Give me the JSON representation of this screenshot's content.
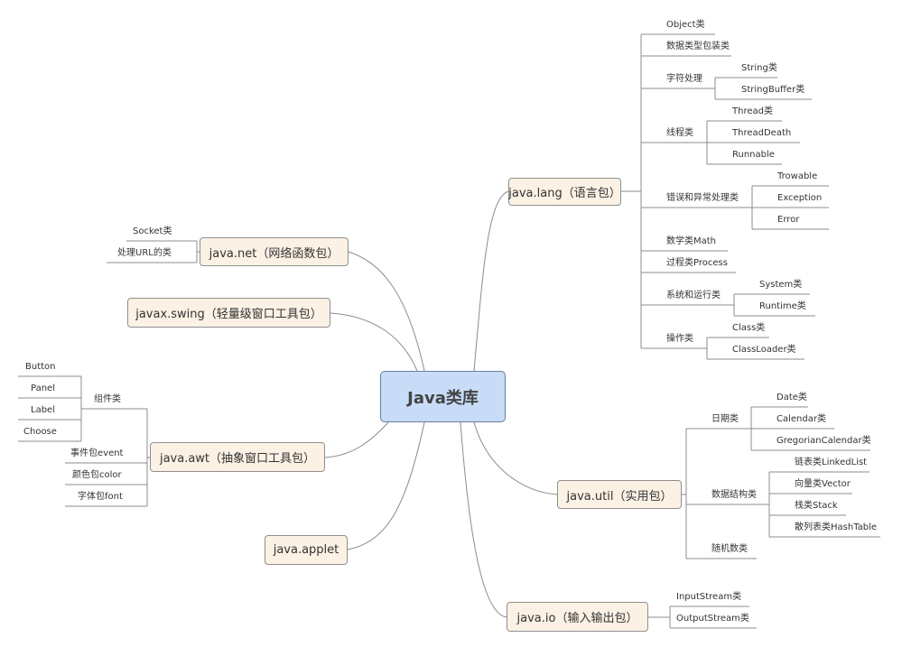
{
  "root": "Java类库",
  "lang": {
    "label": "java.lang（语言包）",
    "object": "Object类",
    "wrapper": "数据类型包装类",
    "string_proc": "字符处理",
    "string": "String类",
    "stringbuffer": "StringBuffer类",
    "thread_group": "线程类",
    "thread": "Thread类",
    "threaddeath": "ThreadDeath",
    "runnable": "Runnable",
    "error_group": "错误和异常处理类",
    "trowable": "Trowable",
    "exception": "Exception",
    "error": "Error",
    "math": "数学类Math",
    "process": "过程类Process",
    "system_group": "系统和运行类",
    "system": "System类",
    "runtime": "Runtime类",
    "op_group": "操作类",
    "class": "Class类",
    "classloader": "ClassLoader类"
  },
  "net": {
    "label": "java.net（网络函数包）",
    "socket": "Socket类",
    "url": "处理URL的类"
  },
  "swing": {
    "label": "javax.swing（轻量级窗口工具包）"
  },
  "awt": {
    "label": "java.awt（抽象窗口工具包）",
    "component_group": "组件类",
    "button": "Button",
    "panel": "Panel",
    "labelc": "Label",
    "choose": "Choose",
    "event": "事件包event",
    "color": "颜色包color",
    "font": "字体包font"
  },
  "applet": {
    "label": "java.applet"
  },
  "util": {
    "label": "java.util（实用包）",
    "date_group": "日期类",
    "date": "Date类",
    "calendar": "Calendar类",
    "gregorian": "GregorianCalendar类",
    "ds_group": "数据结构类",
    "linkedlist": "链表类LinkedList",
    "vector": "向量类Vector",
    "stack": "栈类Stack",
    "hashtable": "散列表类HashTable",
    "random": "随机数类"
  },
  "io": {
    "label": "java.io（输入输出包）",
    "input": "InputStream类",
    "output": "OutputStream类"
  },
  "colors": {
    "root_fill": "#c8dcf8",
    "node_fill": "#fbf1e4",
    "line": "#8c8c8c"
  }
}
